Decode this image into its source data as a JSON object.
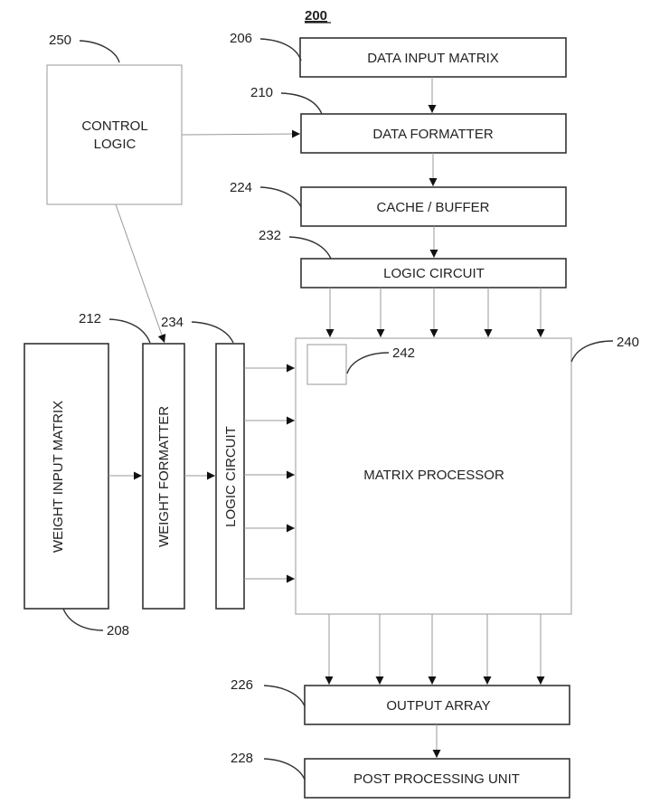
{
  "figure": {
    "number": "200"
  },
  "blocks": {
    "data_input_matrix": {
      "label": "DATA INPUT MATRIX",
      "ref": "206"
    },
    "data_formatter": {
      "label": "DATA FORMATTER",
      "ref": "210"
    },
    "cache_buffer": {
      "label": "CACHE / BUFFER",
      "ref": "224"
    },
    "logic_circuit_top": {
      "label": "LOGIC CIRCUIT",
      "ref": "232"
    },
    "control_logic": {
      "line1": "CONTROL",
      "line2": "LOGIC",
      "ref": "250"
    },
    "weight_input_matrix": {
      "label": "WEIGHT INPUT MATRIX",
      "ref": "208"
    },
    "weight_formatter": {
      "label": "WEIGHT FORMATTER",
      "ref": "212"
    },
    "logic_circuit_left": {
      "label": "LOGIC CIRCUIT",
      "ref": "234"
    },
    "matrix_processor": {
      "label": "MATRIX PROCESSOR",
      "ref": "240"
    },
    "processing_element": {
      "ref": "242"
    },
    "output_array": {
      "label": "OUTPUT ARRAY",
      "ref": "226"
    },
    "post_processing_unit": {
      "label": "POST PROCESSING UNIT",
      "ref": "228"
    }
  },
  "connections": [
    {
      "from": "data_input_matrix",
      "to": "data_formatter"
    },
    {
      "from": "control_logic",
      "to": "data_formatter"
    },
    {
      "from": "control_logic",
      "to": "weight_formatter"
    },
    {
      "from": "data_formatter",
      "to": "cache_buffer"
    },
    {
      "from": "cache_buffer",
      "to": "logic_circuit_top"
    },
    {
      "from": "logic_circuit_top",
      "to": "matrix_processor",
      "count": 5
    },
    {
      "from": "weight_input_matrix",
      "to": "weight_formatter"
    },
    {
      "from": "weight_formatter",
      "to": "logic_circuit_left"
    },
    {
      "from": "logic_circuit_left",
      "to": "matrix_processor",
      "count": 5
    },
    {
      "from": "matrix_processor",
      "to": "output_array",
      "count": 5
    },
    {
      "from": "output_array",
      "to": "post_processing_unit"
    }
  ]
}
